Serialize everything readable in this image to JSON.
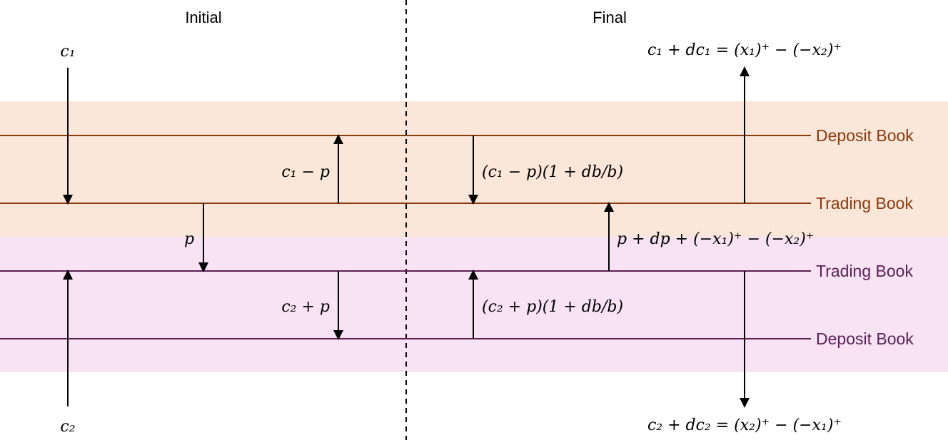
{
  "headers": {
    "initial": "Initial",
    "final": "Final"
  },
  "colors": {
    "bank1_line": "#8b3a0e",
    "bank2_line": "#5c1f55",
    "bank1_band": "#fbe6da",
    "bank2_band": "#f7e3f4",
    "arrow": "#000000"
  },
  "bank1": {
    "deposit_book": "Deposit Book",
    "trading_book": "Trading Book"
  },
  "bank2": {
    "trading_book": "Trading Book",
    "deposit_book": "Deposit Book"
  },
  "labels": {
    "c1": "c₁",
    "c2": "c₂",
    "c1_minus_p": "c₁ − p",
    "c2_plus_p": "c₂ + p",
    "p": "p",
    "c1_minus_p_growth": "(c₁ − p)(1 + db/b)",
    "c2_plus_p_growth": "(c₂ + p)(1 + db/b)",
    "transfer_final": "p + dp + (−x₁)⁺ − (−x₂)⁺",
    "c1_final": "c₁ + dc₁ = (x₁)⁺ − (−x₂)⁺",
    "c2_final": "c₂ + dc₂ = (x₂)⁺ − (−x₁)⁺"
  }
}
